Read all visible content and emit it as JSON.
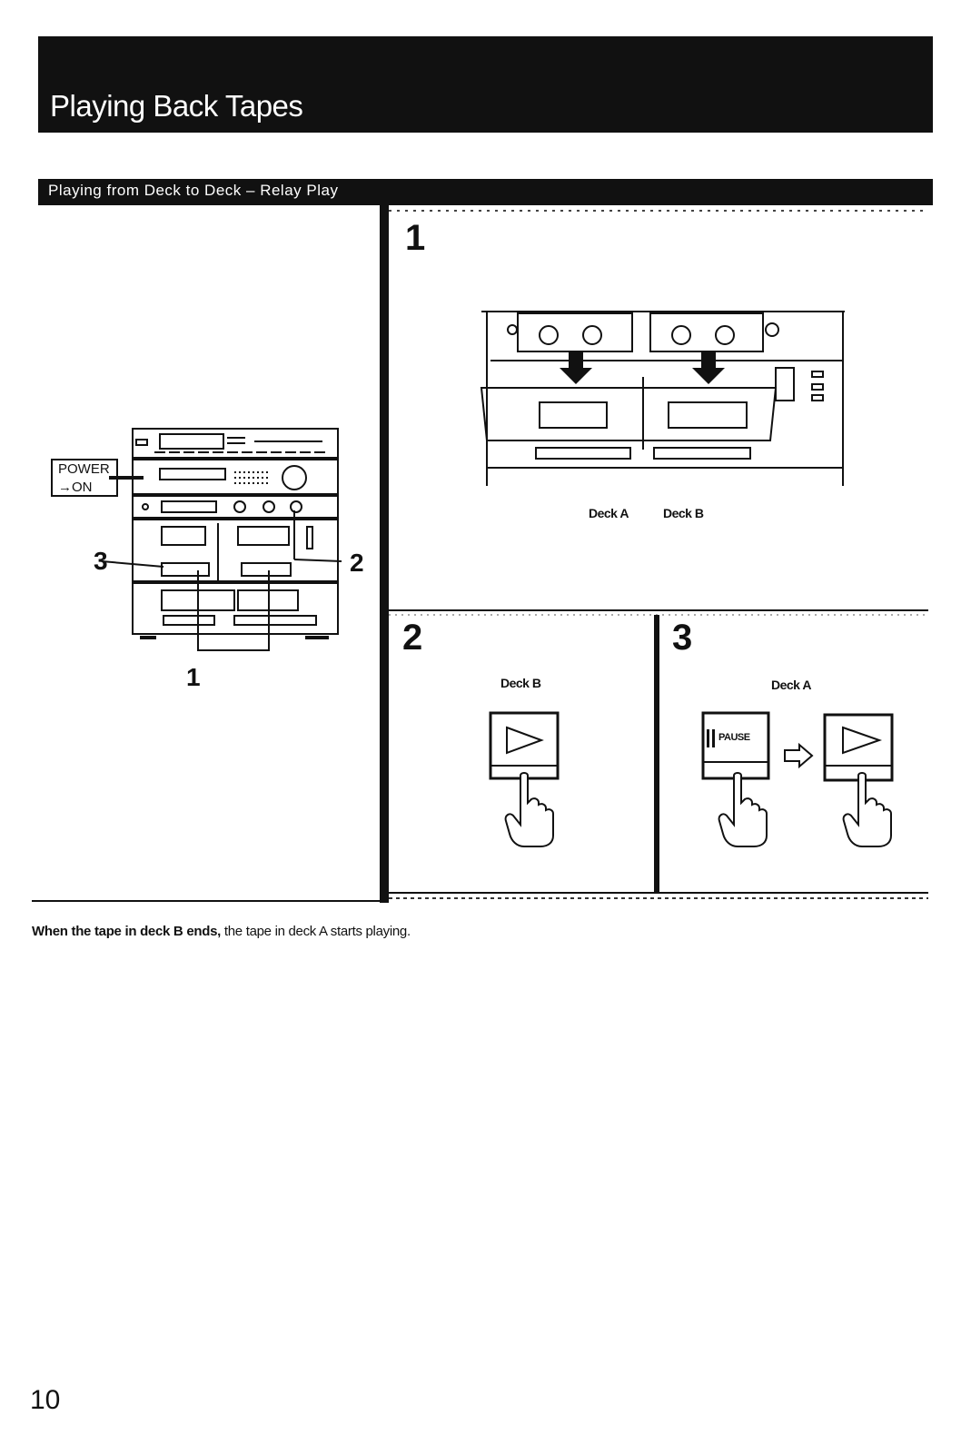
{
  "header": {
    "title": "Playing Back Tapes"
  },
  "section": {
    "title": "Playing from Deck to Deck – Relay Play"
  },
  "overview": {
    "power_label_1": "POWER",
    "power_label_2": "→ON",
    "callouts": [
      "3",
      "2",
      "1"
    ]
  },
  "steps": [
    {
      "number": "1",
      "labels": [
        "Deck A",
        "Deck B"
      ]
    },
    {
      "number": "2",
      "label": "Deck B"
    },
    {
      "number": "3",
      "label": "Deck A",
      "pause_label": "PAUSE"
    }
  ],
  "note": {
    "bold": "When the tape in deck B ends,",
    "rest": " the tape in deck A starts playing."
  },
  "footer": {
    "page_number": "10"
  },
  "icons": [
    "play-button-icon",
    "pause-button-icon",
    "hand-press-icon",
    "arrow-right-icon",
    "cassette-icon",
    "stereo-system-icon"
  ]
}
